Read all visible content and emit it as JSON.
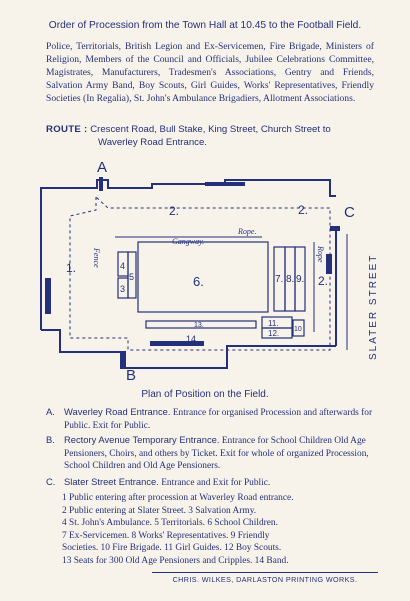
{
  "header": {
    "title": "Order of Procession from the Town Hall at 10.45 to the Football Field."
  },
  "order": {
    "text": "Police, Territorials, British Legion and Ex-Servicemen, Fire Brigade, Ministers of Religion, Members of the Council and Officials, Jubilee Celebrations Committee, Magistrates, Manufacturers, Tradesmen's Associations, Gentry and Friends, Salvation Army Band, Boy Scouts, Girl Guides, Works' Representatives, Friendly Societies (In Regalia), St. John's Ambulance Brigadiers, Allotment Associations."
  },
  "route": {
    "label": "ROUTE :",
    "line1": "Crescent Road, Bull Stake, King Street, Church Street to",
    "line2": "Waverley Road Entrance."
  },
  "plan": {
    "gate_a": "A",
    "gate_b": "B",
    "gate_c": "C",
    "area_1": "1.",
    "area_2_top": "2.",
    "area_2_top_right": "2.",
    "area_2_right": "2.",
    "area_3": "3",
    "area_4": "4",
    "area_5": "5",
    "area_6": "6.",
    "area_7": "7.",
    "area_8": "8.",
    "area_9": "9.",
    "area_10": "10",
    "area_11": "11.",
    "area_12": "12.",
    "area_13": "13.",
    "area_14": "14.",
    "rope_top": "Rope.",
    "rope_right": "Rope",
    "fence": "Fence",
    "gangway": "Gangway.",
    "slater_street": "SLATER STREET"
  },
  "plan_title": "Plan of Position on the Field.",
  "entrances": [
    {
      "letter": "A.",
      "name": "Waverley Road Entrance.",
      "text": "Entrance for organised Procession and afterwards for Public. Exit for Public."
    },
    {
      "letter": "B.",
      "name": "Rectory Avenue Temporary Entrance.",
      "text": "Entrance for School Children Old Age Pensioners, Choirs, and others by Ticket. Exit for whole of organized Procession, School Children and Old Age Pensioners."
    },
    {
      "letter": "C.",
      "name": "Slater Street Entrance.",
      "text": "Entrance and Exit for Public."
    }
  ],
  "legend": {
    "line1": "1   Public entering after procession at Waverley Road entrance.",
    "line2": "2   Public entering at Slater Street.   3   Salvation Army.",
    "line3": "4   St. John's Ambulance.   5 Territorials.   6 School Children.",
    "line4": "7   Ex-Servicemen.   8 Works' Representatives.   9 Friendly",
    "line5": "Societies.   10 Fire Brigade.   11 Girl Guides.   12   Boy Scouts.",
    "line6": "13   Seats for 300 Old Age Pensioners and Cripples.   14 Band."
  },
  "footer": {
    "printer": "CHRIS. WILKES, DARLASTON PRINTING WORKS."
  },
  "colors": {
    "ink": "#24307a",
    "paper": "#f7f3ea"
  }
}
